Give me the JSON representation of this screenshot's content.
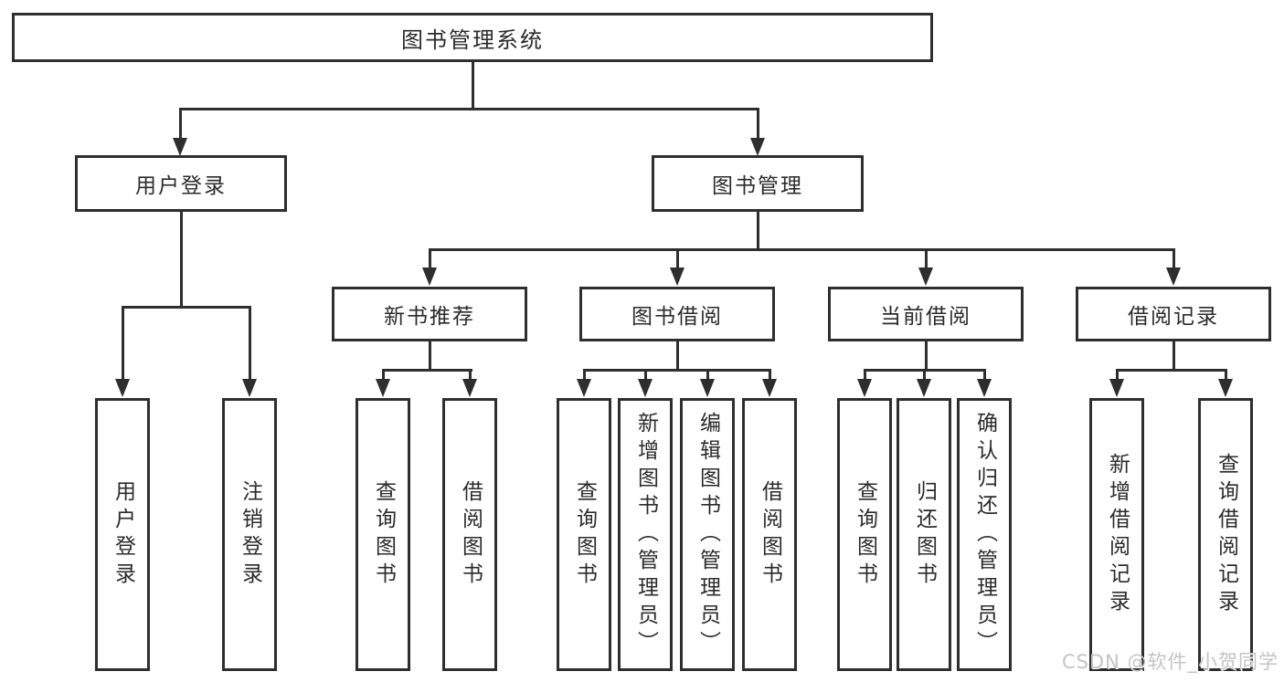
{
  "nodes": {
    "root": "图书管理系统",
    "level2": [
      "用户登录",
      "图书管理"
    ],
    "level3": [
      "新书推荐",
      "图书借阅",
      "当前借阅",
      "借阅记录"
    ],
    "leaves": [
      "用户登录",
      "注销登录",
      "查询图书",
      "借阅图书",
      "查询图书",
      "新增图书（管理员）",
      "编辑图书（管理员）",
      "借阅图书",
      "查询图书",
      "归还图书",
      "确认归还（管理员）",
      "新增借阅记录",
      "查询借阅记录"
    ]
  },
  "watermark": {
    "text": "CSDN @软件_小贺同学"
  },
  "colors": {
    "line": "#2e2e2e",
    "text": "#2b2b2b",
    "background": "#ffffff",
    "watermark": "#c4c4c4"
  }
}
